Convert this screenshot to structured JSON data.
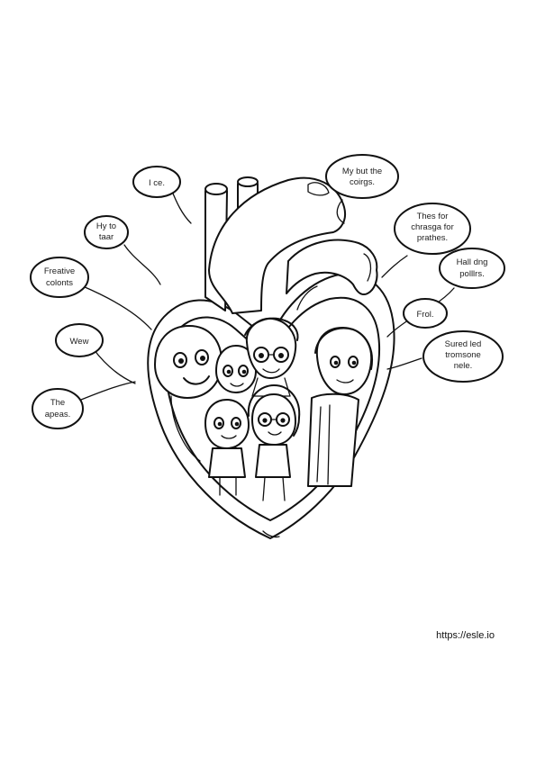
{
  "palette": {
    "ink": "#111111",
    "paper": "#ffffff"
  },
  "bubbles": [
    {
      "lines": [
        "I ce."
      ]
    },
    {
      "lines": [
        "My but the",
        "coirgs."
      ]
    },
    {
      "lines": [
        "Hy to",
        "taar"
      ]
    },
    {
      "lines": [
        "Thes for",
        "chrasga for",
        "prathes."
      ]
    },
    {
      "lines": [
        "Freative",
        "colonts"
      ]
    },
    {
      "lines": [
        "Hall dng",
        "polllrs."
      ]
    },
    {
      "lines": [
        "Frol."
      ]
    },
    {
      "lines": [
        "Wew"
      ]
    },
    {
      "lines": [
        "Sured led",
        "tromsone",
        "nele."
      ]
    },
    {
      "lines": [
        "The",
        "apeas."
      ]
    }
  ],
  "credit": "https://esle.io"
}
